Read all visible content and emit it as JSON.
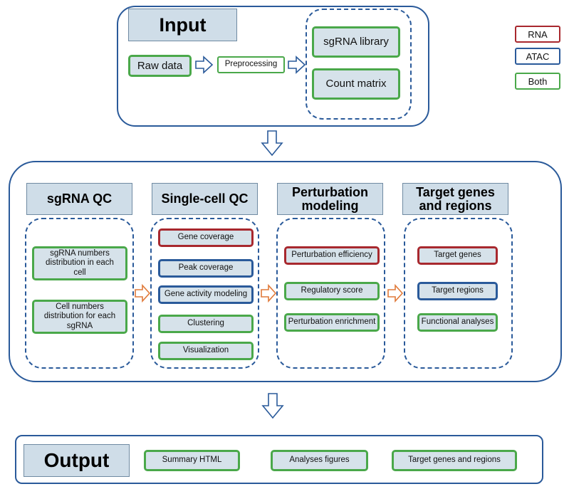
{
  "input": {
    "title": "Input",
    "raw_data": "Raw data",
    "preprocessing": "Preprocessing",
    "sgrna_library": "sgRNA library",
    "count_matrix": "Count matrix"
  },
  "legend": {
    "rna": "RNA",
    "atac": "ATAC",
    "both": "Both",
    "colors": {
      "rna": "#a8282e",
      "atac": "#2a5a9a",
      "both": "#4aa84a"
    }
  },
  "sgrna_qc": {
    "title": "sgRNA QC",
    "items": [
      "sgRNA numbers distribution in each cell",
      "Cell numbers distribution for each sgRNA"
    ]
  },
  "single_cell_qc": {
    "title": "Single-cell QC",
    "items": [
      "Gene coverage",
      "Peak coverage",
      "Gene activity modeling",
      "Clustering",
      "Visualization"
    ]
  },
  "perturbation": {
    "title": "Perturbation modeling",
    "items": [
      "Perturbation efficiency",
      "Regulatory score",
      "Perturbation enrichment"
    ]
  },
  "targets": {
    "title": "Target genes and regions",
    "items": [
      "Target genes",
      "Target regions",
      "Functional analyses"
    ]
  },
  "output": {
    "title": "Output",
    "items": [
      "Summary HTML",
      "Analyses figures",
      "Target genes and regions"
    ]
  }
}
